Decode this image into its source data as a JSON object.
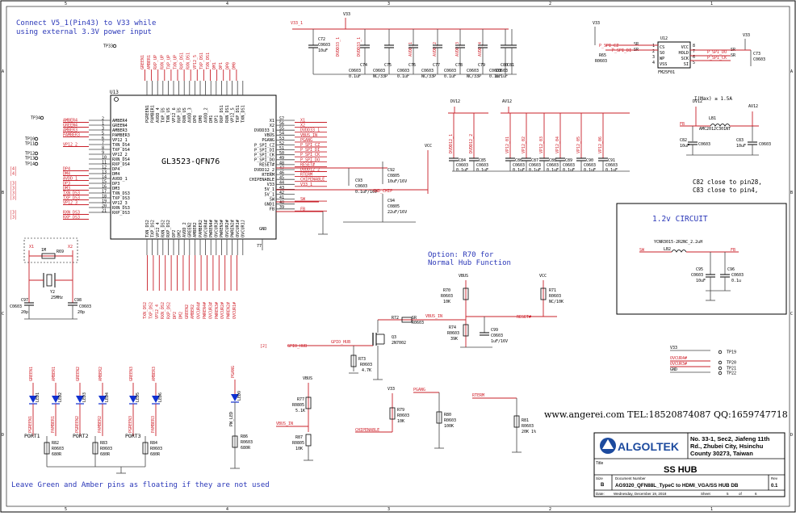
{
  "notes": {
    "top_left": [
      "Connect V5_1(Pin43) to V33 while",
      "using external 3.3V power input"
    ],
    "bottom_left": "Leave Green and Amber pins as floating if they are not used",
    "option": [
      "Option: R70 for",
      "Normal Hub Function"
    ],
    "imax": "I(Max) ≥ 1.5A",
    "close_to": [
      "C82 close to pin28,",
      "C83 close to pin4,"
    ],
    "watermark": "www.angerei.com TEL:18520874087 QQ:1659747718"
  },
  "main_ic": {
    "ref": "U13",
    "name": "GL3523-QFN76",
    "left_pins": [
      {
        "num": "2",
        "label": "AMBER4"
      },
      {
        "num": "1",
        "label": "GREEN4"
      },
      {
        "num": "3",
        "label": "AMBER3"
      },
      {
        "num": "5",
        "label": "PAMBER3"
      },
      {
        "num": "6",
        "label": "VP12_1"
      },
      {
        "num": "7",
        "label": "TXN_DS4"
      },
      {
        "num": "8",
        "label": "TXP_DS4"
      },
      {
        "num": "9",
        "label": "VP12_2"
      },
      {
        "num": "10",
        "label": "RXN_DS4"
      },
      {
        "num": "11",
        "label": "RXP_DS4"
      },
      {
        "num": "12",
        "label": "DP4"
      },
      {
        "num": "13",
        "label": "DM4"
      },
      {
        "num": "14",
        "label": "AVDD_1"
      },
      {
        "num": "15",
        "label": "DP3"
      },
      {
        "num": "16",
        "label": "DM3"
      },
      {
        "num": "17",
        "label": "TXN_DS3"
      },
      {
        "num": "18",
        "label": "TXP_DS3"
      },
      {
        "num": "19",
        "label": "VP12_3"
      },
      {
        "num": "20",
        "label": "RXN_DS3"
      },
      {
        "num": "21",
        "label": "RXP_DS3"
      }
    ],
    "right_pins": [
      {
        "num": "57",
        "label": "X1"
      },
      {
        "num": "56",
        "label": "X2"
      },
      {
        "num": "55",
        "label": "DVDD33_1"
      },
      {
        "num": "54",
        "label": "VBUS"
      },
      {
        "num": "53",
        "label": "PGANG"
      },
      {
        "num": "52",
        "label": "P_SPI_CZ"
      },
      {
        "num": "51",
        "label": "P_SPI_DI"
      },
      {
        "num": "50",
        "label": "P_SPI_CK"
      },
      {
        "num": "49",
        "label": "P_SPI_DO"
      },
      {
        "num": "48",
        "label": "RESET#"
      },
      {
        "num": "47",
        "label": "DVDD12_2"
      },
      {
        "num": "46",
        "label": "RTERM"
      },
      {
        "num": "45",
        "label": "CHIPENABLE"
      },
      {
        "num": "44",
        "label": "V33"
      },
      {
        "num": "43",
        "label": "5V_1"
      },
      {
        "num": "42",
        "label": "5V_1"
      },
      {
        "num": "41",
        "label": "SW"
      },
      {
        "num": "40",
        "label": "GND1"
      },
      {
        "num": "39",
        "label": "FB"
      }
    ],
    "top_pins": [
      "PGREEN1",
      "PAMBER1",
      "AVDD_4",
      "TXP_US",
      "TXN_US",
      "VP12_6",
      "RXP_US",
      "RXN_US",
      "AVDD_3",
      "DP0",
      "DM0",
      "AVDD_2",
      "DM1",
      "DP1",
      "RXP_DS1",
      "RXN_DS1",
      "VP12_5",
      "TXP_DS1",
      "TXN_DS1"
    ],
    "bottom_pins": [
      "TXN_DS2",
      "TXP_DS2",
      "VP12_4",
      "RXN_DS2",
      "RXP_DS2",
      "DP2",
      "DM2",
      "AVDD_2",
      "GREEN2",
      "AMBER2",
      "PAMBER2",
      "OVCUR4#",
      "PWREN4#",
      "OVCUR3#",
      "PWREN3#",
      "OVCUR2#",
      "PWREN2#",
      "OVCUR1#",
      "OVCUR1J"
    ],
    "gnd_label": "GND",
    "gnd_num": "77"
  },
  "net_labels": {
    "left": [
      "AMBER4",
      "GREEN4",
      "AMBER3",
      "PAMBER3",
      "VP12_2",
      "DP4",
      "DM4",
      "AVDD_1",
      "DP3",
      "DM3",
      "TXN_DS3",
      "TXP_DS3",
      "VP12_3",
      "RXN_DS3",
      "RXP_DS3"
    ],
    "left_brackets": [
      "[4]",
      "[4]",
      "[3]",
      "[3]",
      "[3]",
      "[3]",
      "[3]",
      "[3]"
    ],
    "top": [
      "GREEN1",
      "AMBER1",
      "RXP_UP",
      "RXN_UP",
      "TXP_UP",
      "TXN_UP",
      "RXP_DS1",
      "RXN_DS1",
      "VP12_5",
      "TXP_DS1",
      "TXN_DS1",
      "DM1",
      "DP1",
      "DP0",
      "DM0"
    ],
    "bottom": [
      "TXN_DS2",
      "TXP_DS2",
      "VP12_4",
      "RXN_DS2",
      "RXP_DS2",
      "DP2",
      "DM2",
      "GREEN2",
      "AMBER2",
      "OVCUR4#",
      "PWREN4#",
      "OVCUR3#",
      "PWREN3#",
      "OVCUR2#",
      "PWREN2#",
      "OVCUR1#"
    ],
    "right": [
      "X1",
      "X2",
      "DVDD33_1",
      "VBUS_IN",
      "PGANG",
      "P_SPI_CZ",
      "P_SPI_DI",
      "P_SPI_CK",
      "P_SPI_DO",
      "RESET#",
      "DVDD12_2",
      "RTERM",
      "CHIPENABLE",
      "V33_1",
      "SW",
      "FB"
    ]
  },
  "test_points": [
    "TP33",
    "TP34",
    "TP10",
    "TP11",
    "TP12",
    "TP13",
    "TP14",
    "TP19",
    "TP20",
    "TP21",
    "TP22"
  ],
  "decoupling_caps": [
    {
      "ref": "C72",
      "value": "C0603",
      "extra": "10uF"
    },
    {
      "ref": "C74",
      "value": "C0603",
      "extra": "0.1uF"
    },
    {
      "ref": "C75",
      "value": "C0603",
      "extra": "NC/33P"
    },
    {
      "ref": "C76",
      "value": "C0603",
      "extra": "0.1uF"
    },
    {
      "ref": "C77",
      "value": "C0603",
      "extra": "NC/33P"
    },
    {
      "ref": "C78",
      "value": "C0603",
      "extra": "0.1uF"
    },
    {
      "ref": "C79",
      "value": "C0603",
      "extra": "NC/33P"
    },
    {
      "ref": "C80",
      "value": "C0603",
      "extra": "0.1uF"
    },
    {
      "ref": "C81",
      "value": "C0603",
      "extra": "0.1uF"
    }
  ],
  "rail_labels_top": [
    "DVDD33_1",
    "DVDD33_1",
    "AVDD_1",
    "AVDD_2",
    "AVDD_3",
    "AVDD_4"
  ],
  "spi_flash": {
    "ref": "U12",
    "name": "FM25F01",
    "left_pins": [
      "CS",
      "SO",
      "WP",
      "VSS"
    ],
    "right_pins": [
      "VCC",
      "HOLD",
      "SCK",
      "SI"
    ],
    "left_nums": [
      "1",
      "2",
      "3",
      "4"
    ],
    "right_nums": [
      "8",
      "7",
      "6",
      "5"
    ],
    "nets_left": [
      "P_SPI_CZ",
      "P_SPI_DI"
    ],
    "nets_right": [
      "P_SPI_DO",
      "P_SPI_CK"
    ],
    "r65": {
      "ref": "R65",
      "value": "R0603"
    },
    "r_sr": [
      "SR",
      "SR",
      "SR",
      "SR"
    ],
    "c73": {
      "ref": "C73",
      "value": "C0603"
    }
  },
  "v12_caps": [
    {
      "ref": "C84",
      "value": "C0603",
      "extra": "0.1uF"
    },
    {
      "ref": "C85",
      "value": "C0603",
      "extra": "0.1uF"
    },
    {
      "ref": "C86",
      "value": "C0603",
      "extra": "0.1uF"
    },
    {
      "ref": "C87",
      "value": "C0603",
      "extra": "0.1uF"
    },
    {
      "ref": "C88",
      "value": "C0603",
      "extra": "0.1uF"
    },
    {
      "ref": "C89",
      "value": "C0603",
      "extra": "0.1uF"
    },
    {
      "ref": "C90",
      "value": "C0603",
      "extra": "0.1uF"
    },
    {
      "ref": "C91",
      "value": "C0603",
      "extra": "0.1uF"
    }
  ],
  "v12_rails": [
    "DVDD12_1",
    "DVDD12_2",
    "VP12_01",
    "VP12_02",
    "VP12_03",
    "VP12_04",
    "VP12_05",
    "VP12_06"
  ],
  "power": {
    "v33": "V33",
    "vcc": "VCC",
    "vbus": "VBUS",
    "dv12": "DV12",
    "av12": "AV12",
    "v33_1": "V33_1",
    "gnd_chip": "GND_CHIP",
    "lb1": {
      "ref": "LB1",
      "value": "AMC2012C301NT"
    },
    "fb": "FB",
    "c82": {
      "ref": "C82",
      "value": "C0603",
      "extra": "10uF"
    },
    "c83": {
      "ref": "C83",
      "value": "C0603",
      "extra": "10uF"
    }
  },
  "reg_caps": [
    {
      "ref": "C93",
      "value": "C0603",
      "extra": "0.1uF/16V"
    },
    {
      "ref": "C92",
      "value": "C0805",
      "extra": "10uF/16V"
    },
    {
      "ref": "C94",
      "value": "C0805",
      "extra": "22uF/16V"
    }
  ],
  "circuit_12v": {
    "title": "1.2v CIRCUIT",
    "inductor": {
      "ref": "LB2",
      "value": "YCNR3015-2R2NC_2.2uH"
    },
    "sw": "SW",
    "fb": "FB",
    "c95": {
      "ref": "C95",
      "value": "C0603",
      "extra": "10uF"
    },
    "c96": {
      "ref": "C96",
      "value": "C0603",
      "extra": "0.1u"
    }
  },
  "crystal": {
    "x1": "X1",
    "x2": "X2",
    "r69": {
      "ref": "R69",
      "value": "1M"
    },
    "y2": {
      "ref": "Y2",
      "value": "25MHz"
    },
    "c97": {
      "ref": "C97",
      "value": "C0603",
      "extra": "20p"
    },
    "c98": {
      "ref": "C98",
      "value": "C0603",
      "extra": "20p"
    }
  },
  "reset": {
    "r70": {
      "ref": "R70",
      "value": "R0603",
      "extra": "10K"
    },
    "r71": {
      "ref": "R71",
      "value": "R0603",
      "extra": "NC/10K"
    },
    "r72": {
      "ref": "R72",
      "value": "SR"
    },
    "r72_pkg": "R0603",
    "r74": {
      "ref": "R74",
      "value": "R0603",
      "extra": "39K"
    },
    "c99": {
      "ref": "C99",
      "value": "C0603",
      "extra": "1uF/16V"
    },
    "q3": {
      "ref": "Q3",
      "value": "2N7002"
    },
    "r73": {
      "ref": "R73",
      "value": "R0603",
      "extra": "4.7K"
    },
    "gpio": "GPIO_HUB",
    "gpio_hub_ref": "[2]",
    "vbus_in": "VBUS_IN",
    "reset_net": "RESET#"
  },
  "ovcur": {
    "v33": "V33",
    "nets": [
      "OVCUR4#",
      "OVCUR3#",
      "GND"
    ]
  },
  "leds": {
    "ports": [
      "PORT1",
      "PORT2",
      "PORT3"
    ],
    "top_nets": [
      "GREEN1",
      "AMBER1",
      "GREEN2",
      "AMBER2",
      "GREEN3",
      "AMBER3"
    ],
    "refs": [
      "LED1",
      "LED2",
      "LED3",
      "LED4",
      "LED5",
      "LED6"
    ],
    "bottom_nets": [
      "PGREEN1",
      "PAMBER1",
      "PGREEN2",
      "PAMBER2",
      "PGREEN3",
      "PAMBER3"
    ],
    "resistors": [
      {
        "ref": "R82",
        "value": "R0603",
        "extra": "680R"
      },
      {
        "ref": "R83",
        "value": "R0603",
        "extra": "680R"
      },
      {
        "ref": "R84",
        "value": "R0603",
        "extra": "680R"
      }
    ],
    "pgang": {
      "net": "PGANG",
      "led": "LED9",
      "pw_led": "PW_LED",
      "r": {
        "ref": "R86",
        "value": "R0603",
        "extra": "680R"
      }
    }
  },
  "misc_res": {
    "vbus": "VBUS",
    "r77": {
      "ref": "R77",
      "value": "R0805",
      "extra": "5.1K"
    },
    "r87": {
      "ref": "R87",
      "value": "R0805",
      "extra": "10K"
    },
    "vbus_in": "VBUS_IN",
    "v33": "V33",
    "r79": {
      "ref": "R79",
      "value": "R0603",
      "extra": "10K"
    },
    "chipenable": "CHIPENABLE",
    "pgang": "PGANG",
    "r80": {
      "ref": "R80",
      "value": "R0603",
      "extra": "100K"
    },
    "rterm": "RTERM",
    "r81": {
      "ref": "R81",
      "value": "R0603",
      "extra": "20K 1%"
    }
  },
  "title_block": {
    "logo": "ALGOLTEK",
    "address": [
      "No. 33-1, Sec2, Jiafeng 11th",
      "Rd., Zhubei City, Hsinchu",
      "County 30273, Taiwan"
    ],
    "title_label": "Title",
    "title": "SS HUB",
    "size_label": "Size",
    "size": "B",
    "doc_label": "Document Number",
    "doc": "AG9320_QFN88L_TypeC to HDMI_VGA/SS HUB DB",
    "rev_label": "Rev",
    "rev": "0.1",
    "date_label": "Date:",
    "date": "Wednesday, December 19, 2018",
    "sheet_label": "Sheet",
    "sheet": "5",
    "of_label": "of",
    "of": "6"
  },
  "border": {
    "cols": [
      "A",
      "B",
      "C",
      "D"
    ],
    "rows": [
      "1",
      "2",
      "3",
      "4",
      "5"
    ]
  }
}
